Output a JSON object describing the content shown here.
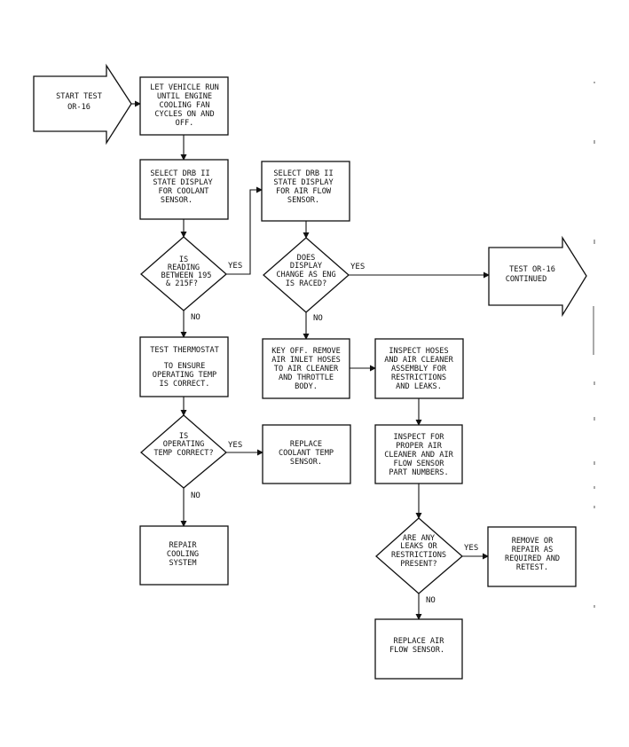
{
  "flowchart": {
    "start": {
      "lines": [
        "START TEST",
        "OR-16"
      ]
    },
    "steps": {
      "let_vehicle_run": [
        "LET VEHICLE RUN",
        "UNTIL ENGINE",
        "COOLING FAN",
        "CYCLES ON AND",
        "OFF."
      ],
      "select_coolant": [
        "SELECT DRB II",
        "STATE DISPLAY",
        "FOR COOLANT",
        "SENSOR."
      ],
      "q_reading": [
        "IS",
        "READING",
        "BETWEEN 195",
        "& 215F?"
      ],
      "test_thermostat": [
        "TEST THERMOSTAT",
        "",
        "TO ENSURE",
        "OPERATING TEMP",
        "IS CORRECT."
      ],
      "q_operating_temp": [
        "IS",
        "OPERATING",
        "TEMP CORRECT?"
      ],
      "repair_cooling": [
        "REPAIR",
        "COOLING",
        "SYSTEM"
      ],
      "replace_coolant_sensor": [
        "REPLACE",
        "COOLANT TEMP",
        "SENSOR."
      ],
      "select_airflow": [
        "SELECT DRB II",
        "STATE DISPLAY",
        "FOR AIR FLOW",
        "SENSOR."
      ],
      "q_display_change": [
        "DOES",
        "DISPLAY",
        "CHANGE AS ENG",
        "IS RACED?"
      ],
      "key_off": [
        "KEY OFF. REMOVE",
        "AIR INLET HOSES",
        "TO AIR CLEANER",
        "AND THROTTLE",
        "BODY."
      ],
      "inspect_hoses": [
        "INSPECT HOSES",
        "AND AIR CLEANER",
        "ASSEMBLY FOR",
        "RESTRICTIONS",
        "AND LEAKS."
      ],
      "inspect_part_numbers": [
        "INSPECT FOR",
        "PROPER AIR",
        "CLEANER AND AIR",
        "FLOW SENSOR",
        "PART NUMBERS."
      ],
      "q_leaks": [
        "ARE ANY",
        "LEAKS OR",
        "RESTRICTIONS",
        "PRESENT?"
      ],
      "remove_repair": [
        "REMOVE OR",
        "REPAIR AS",
        "REQUIRED AND",
        "RETEST."
      ],
      "replace_airflow": [
        "REPLACE AIR",
        "FLOW SENSOR."
      ]
    },
    "continue": {
      "lines": [
        "TEST OR-16",
        "CONTINUED"
      ]
    },
    "labels": {
      "yes": "YES",
      "no": "NO"
    }
  }
}
